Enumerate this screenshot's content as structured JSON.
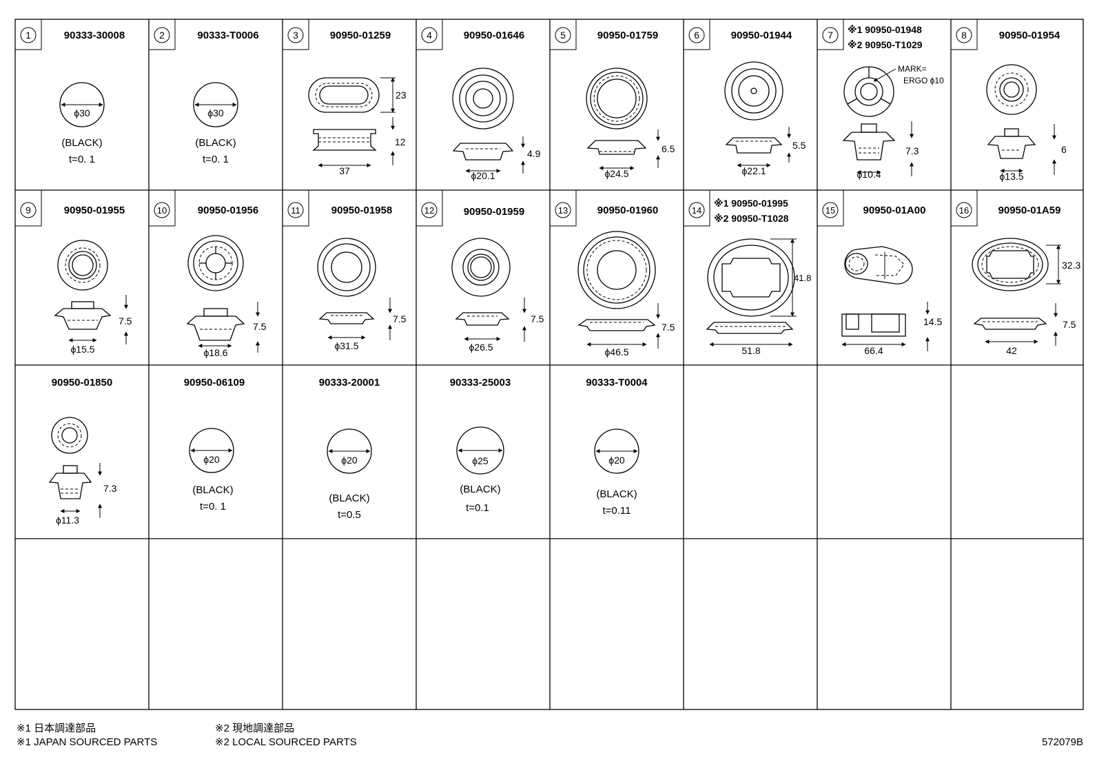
{
  "cells": [
    {
      "num": "1",
      "part": "90333-30008",
      "dims": [
        "ϕ30"
      ],
      "notes": [
        "(BLACK)",
        "t=0. 1"
      ]
    },
    {
      "num": "2",
      "part": "90333-T0006",
      "dims": [
        "ϕ30"
      ],
      "notes": [
        "(BLACK)",
        "t=0. 1"
      ]
    },
    {
      "num": "3",
      "part": "90950-01259",
      "dims": [
        "23",
        "12",
        "37"
      ],
      "notes": []
    },
    {
      "num": "4",
      "part": "90950-01646",
      "dims": [
        "4.9",
        "ϕ20.1"
      ],
      "notes": []
    },
    {
      "num": "5",
      "part": "90950-01759",
      "dims": [
        "6.5",
        "ϕ24.5"
      ],
      "notes": []
    },
    {
      "num": "6",
      "part": "90950-01944",
      "dims": [
        "5.5",
        "ϕ22.1"
      ],
      "notes": []
    },
    {
      "num": "7",
      "part": "※1 90950-01948",
      "part2": "※2 90950-T1029",
      "dims": [
        "7.3",
        "ϕ10.4"
      ],
      "notes": [
        "MARK=",
        "ERGO ϕ10"
      ]
    },
    {
      "num": "8",
      "part": "90950-01954",
      "dims": [
        "6",
        "ϕ13.5"
      ],
      "notes": []
    },
    {
      "num": "9",
      "part": "90950-01955",
      "dims": [
        "7.5",
        "ϕ15.5"
      ],
      "notes": []
    },
    {
      "num": "10",
      "part": "90950-01956",
      "dims": [
        "7.5",
        "ϕ18.6"
      ],
      "notes": []
    },
    {
      "num": "11",
      "part": "90950-01958",
      "dims": [
        "7.5",
        "ϕ31.5"
      ],
      "notes": []
    },
    {
      "num": "12",
      "part": "90950-01959",
      "dims": [
        "7.5",
        "ϕ26.5"
      ],
      "notes": []
    },
    {
      "num": "13",
      "part": "90950-01960",
      "dims": [
        "7.5",
        "ϕ46.5"
      ],
      "notes": []
    },
    {
      "num": "14",
      "part": "※1 90950-01995",
      "part2": "※2 90950-T1028",
      "dims": [
        "41.8",
        "51.8"
      ],
      "notes": []
    },
    {
      "num": "15",
      "part": "90950-01A00",
      "dims": [
        "14.5",
        "66.4"
      ],
      "notes": []
    },
    {
      "num": "16",
      "part": "90950-01A59",
      "dims": [
        "32.3",
        "7.5",
        "42"
      ],
      "notes": []
    },
    {
      "num": "",
      "part": "90950-01850",
      "dims": [
        "7.3",
        "ϕ11.3"
      ],
      "notes": []
    },
    {
      "num": "",
      "part": "90950-06109",
      "dims": [
        "ϕ20"
      ],
      "notes": [
        "(BLACK)",
        "t=0. 1"
      ]
    },
    {
      "num": "",
      "part": "90333-20001",
      "dims": [
        "ϕ20"
      ],
      "notes": [
        "(BLACK)",
        "t=0.5"
      ]
    },
    {
      "num": "",
      "part": "90333-25003",
      "dims": [
        "ϕ25"
      ],
      "notes": [
        "(BLACK)",
        "t=0.1"
      ]
    },
    {
      "num": "",
      "part": "90333-T0004",
      "dims": [
        "ϕ20"
      ],
      "notes": [
        "(BLACK)",
        "t=0.11"
      ]
    }
  ],
  "footnotes": {
    "jp1": "※1 日本調達部品",
    "jp2": "※2 現地調達部品",
    "en1": "※1 JAPAN SOURCED PARTS",
    "en2": "※2 LOCAL SOURCED PARTS"
  },
  "drawing_id": "572079B"
}
